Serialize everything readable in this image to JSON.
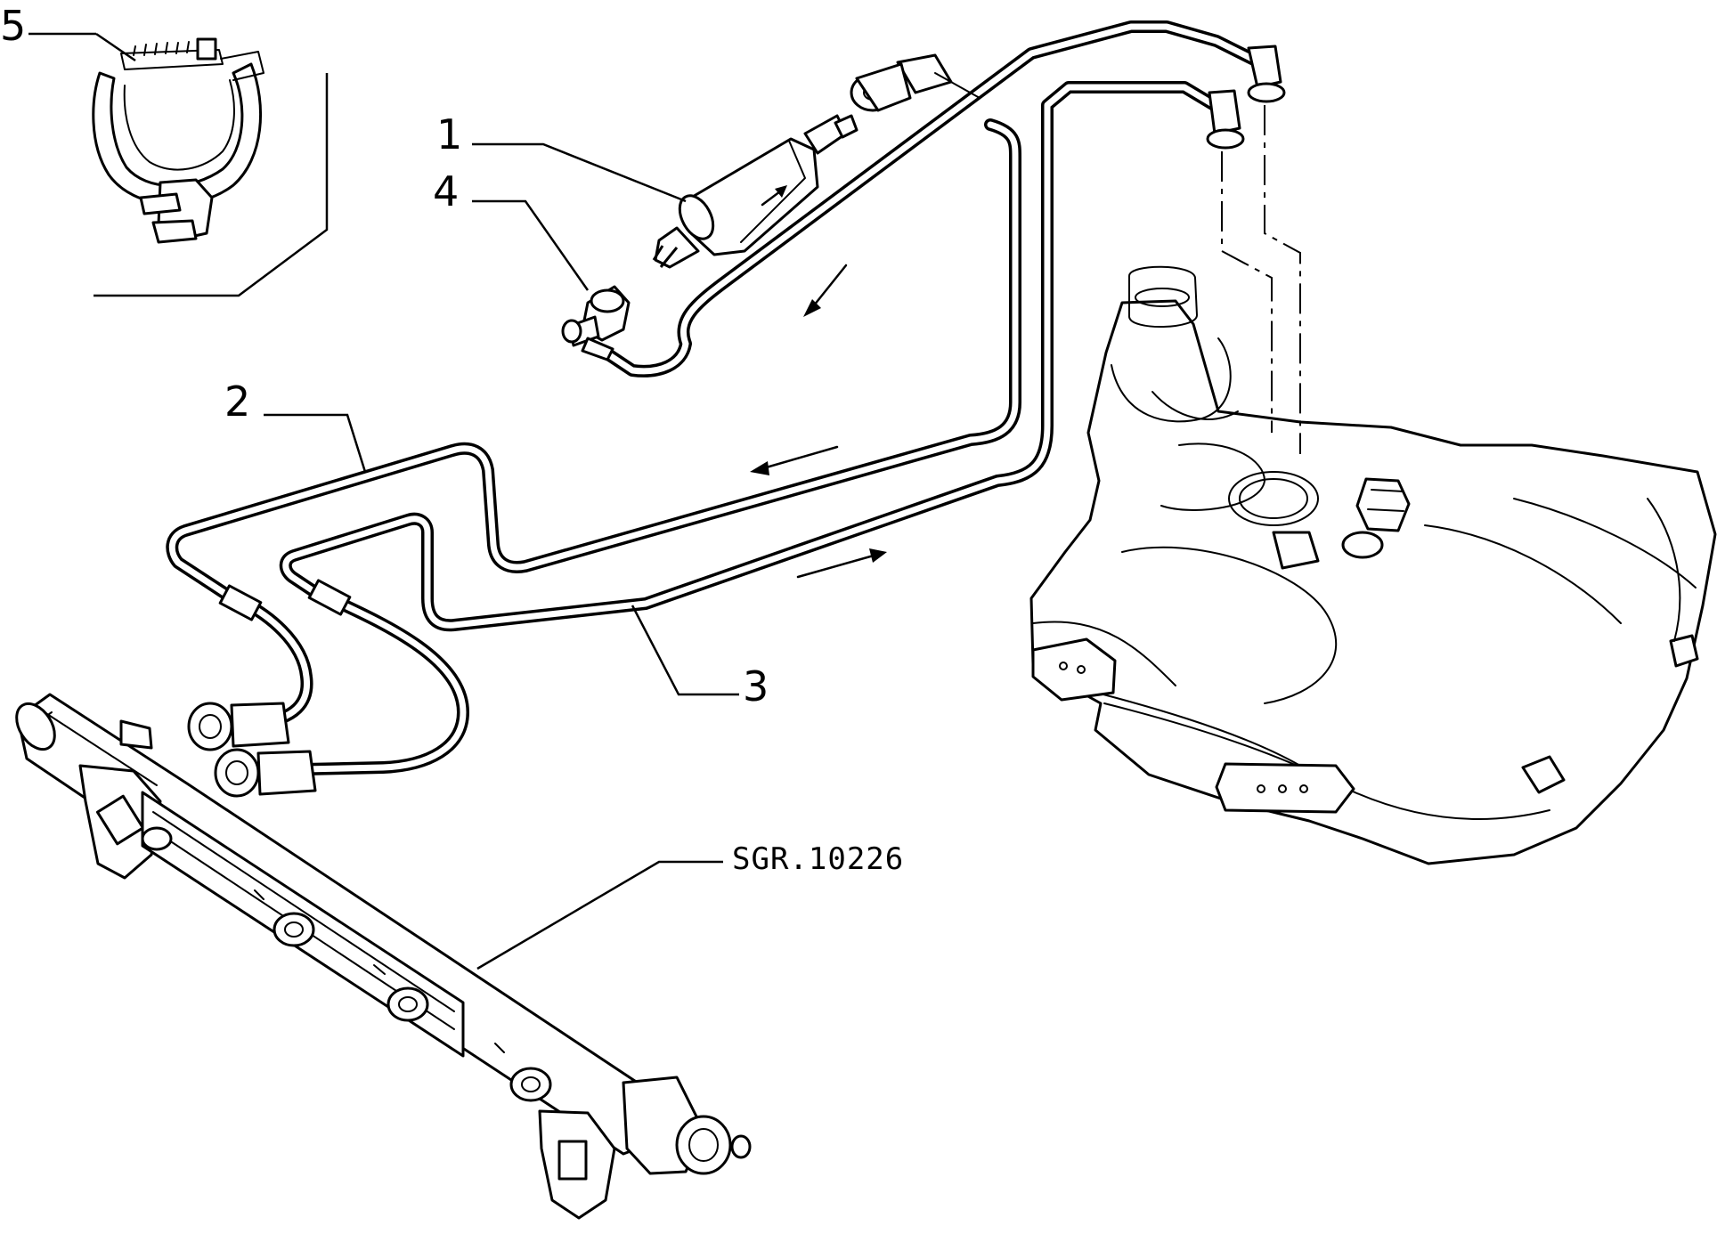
{
  "diagram": {
    "callouts": {
      "c1": "1",
      "c2": "2",
      "c3": "3",
      "c4": "4",
      "c5": "5"
    },
    "reference_code": "SGR.10226"
  }
}
